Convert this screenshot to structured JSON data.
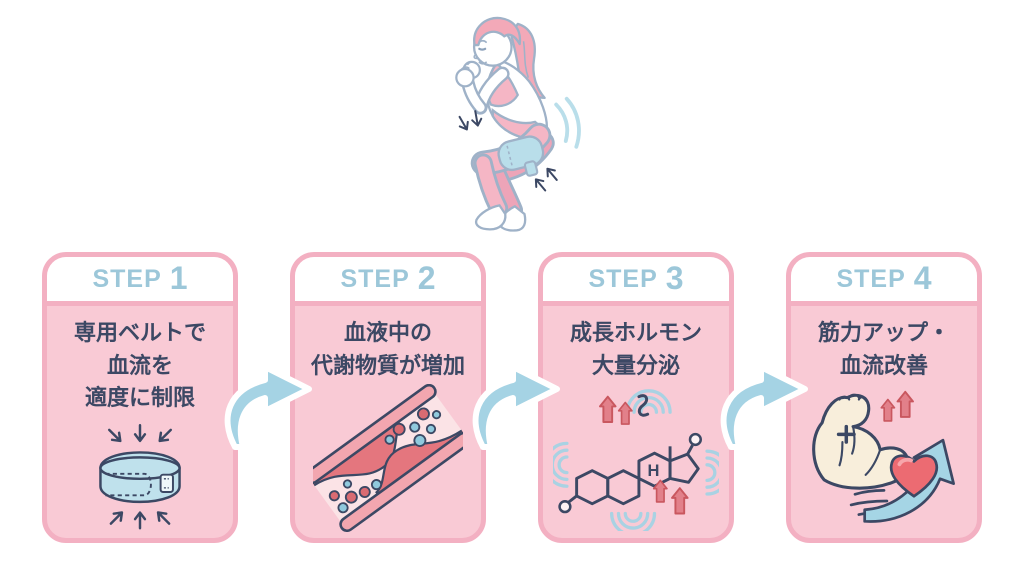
{
  "illustration": {
    "label": "squatting woman wearing blood-flow restriction band"
  },
  "steps": [
    {
      "step_label": "STEP",
      "step_num": "1",
      "title": "専用ベルトで\n血流を\n適度に制限",
      "icon": "belt-compression-icon"
    },
    {
      "step_label": "STEP",
      "step_num": "2",
      "title": "血液中の\n代謝物質が増加",
      "icon": "blood-vessel-metabolites-icon"
    },
    {
      "step_label": "STEP",
      "step_num": "3",
      "title": "成長ホルモン\n大量分泌",
      "icon": "growth-hormone-molecule-icon"
    },
    {
      "step_label": "STEP",
      "step_num": "4",
      "title": "筋力アップ・\n血流改善",
      "icon": "muscle-heart-icon"
    }
  ],
  "molecule": {
    "ring_letter": "H"
  },
  "colors": {
    "card_background": "#f9cad5",
    "card_border": "#f3b0c2",
    "step_text": "#9cc7d9",
    "title_text": "#3c4864",
    "flow_arrow_blue": "#a5d3e4",
    "outline_navy": "#3c4864",
    "belt_blue": "#bfe1ec",
    "vessel_red": "#e4767e",
    "dot_blue": "#90c9dd",
    "dot_red": "#d96b72",
    "heart_red": "#ec6b72",
    "muscle_cream": "#f8eedb",
    "hair_pink": "#f3a9b8",
    "outfit_pink": "#f5b6c5",
    "band_blue": "#b9deea",
    "figure_outline": "#9fb2c8"
  }
}
